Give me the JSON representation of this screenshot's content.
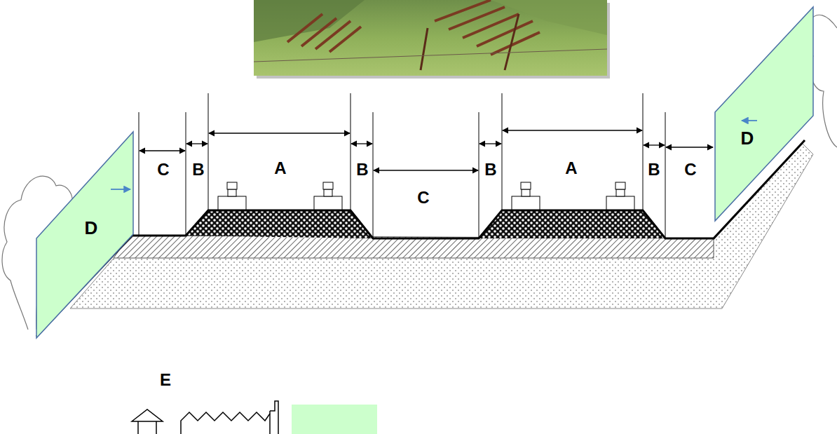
{
  "diagram": {
    "nodes": [
      {
        "text": [
          "D"
        ]
      },
      {
        "text": [
          "D"
        ]
      }
    ],
    "labels": [
      "C",
      "B",
      "A",
      "B",
      "C",
      "B",
      "A",
      "B",
      "C",
      "E"
    ]
  }
}
